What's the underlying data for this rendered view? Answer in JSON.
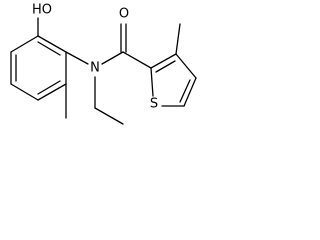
{
  "molecule": {
    "atoms": {
      "hydroxyl": "HO",
      "nitrogen": "N",
      "carbonyl_oxygen": "O",
      "sulfur": "S"
    }
  },
  "colors": {
    "bond": "#000000",
    "label": "#000000",
    "background": "#ffffff"
  }
}
